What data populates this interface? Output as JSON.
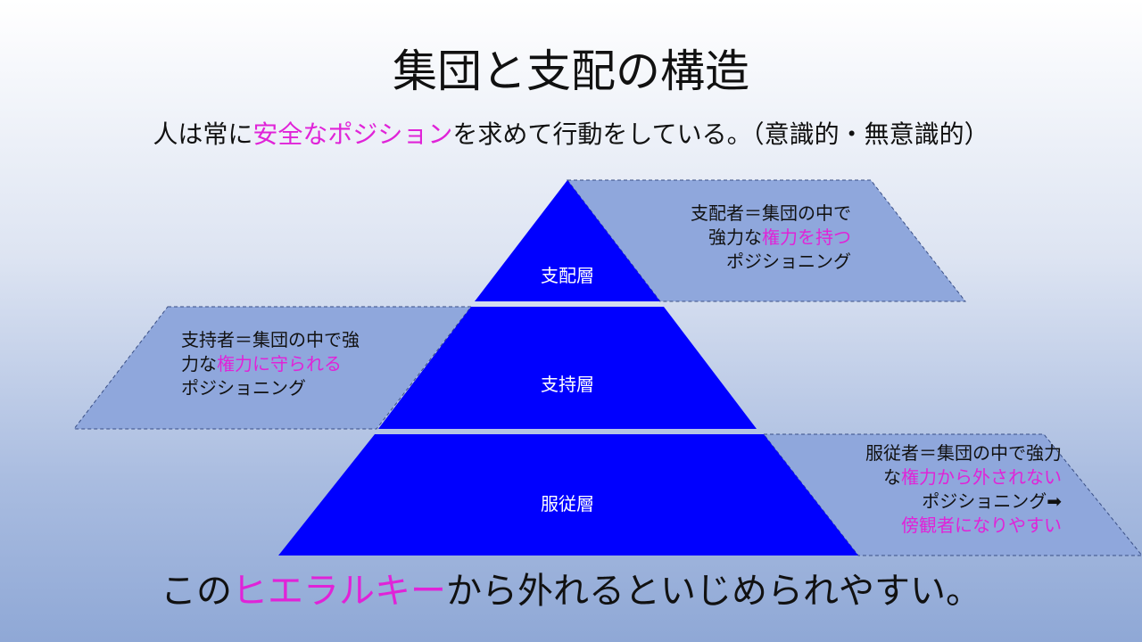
{
  "title": "集団と支配の構造",
  "subtitle": {
    "before": "人は常に",
    "highlight": "安全なポジション",
    "after": "を求めて行動をしている。（意識的・無意識的）"
  },
  "layers": [
    {
      "id": "top",
      "label": "支配層",
      "note": {
        "lines": [
          [
            {
              "t": "支配者＝集団の中で",
              "h": false
            }
          ],
          [
            {
              "t": "強力な",
              "h": false
            },
            {
              "t": "権力を持つ",
              "h": true
            }
          ],
          [
            {
              "t": "ポジショニング",
              "h": false
            }
          ]
        ]
      }
    },
    {
      "id": "middle",
      "label": "支持層",
      "note": {
        "lines": [
          [
            {
              "t": "支持者＝集団の中で強",
              "h": false
            }
          ],
          [
            {
              "t": "力な",
              "h": false
            },
            {
              "t": "権力に守られる",
              "h": true
            }
          ],
          [
            {
              "t": "ポジショニング",
              "h": false
            }
          ]
        ]
      }
    },
    {
      "id": "bottom",
      "label": "服従層",
      "note": {
        "lines": [
          [
            {
              "t": "服従者＝集団の中で強力",
              "h": false
            }
          ],
          [
            {
              "t": "な",
              "h": false
            },
            {
              "t": "権力から外されない",
              "h": true
            }
          ],
          [
            {
              "t": "ポジショニング➡",
              "h": false
            }
          ],
          [
            {
              "t": "傍観者になりやすい",
              "h": true
            }
          ]
        ]
      }
    }
  ],
  "footer": {
    "before": "この",
    "highlight": "ヒエラルキー",
    "after": "から外れるといじめられやすい。"
  },
  "colors": {
    "pyramid": "#0000ff",
    "panel": "#8fa7dc",
    "highlight": "#e023d8",
    "text": "#111111"
  }
}
